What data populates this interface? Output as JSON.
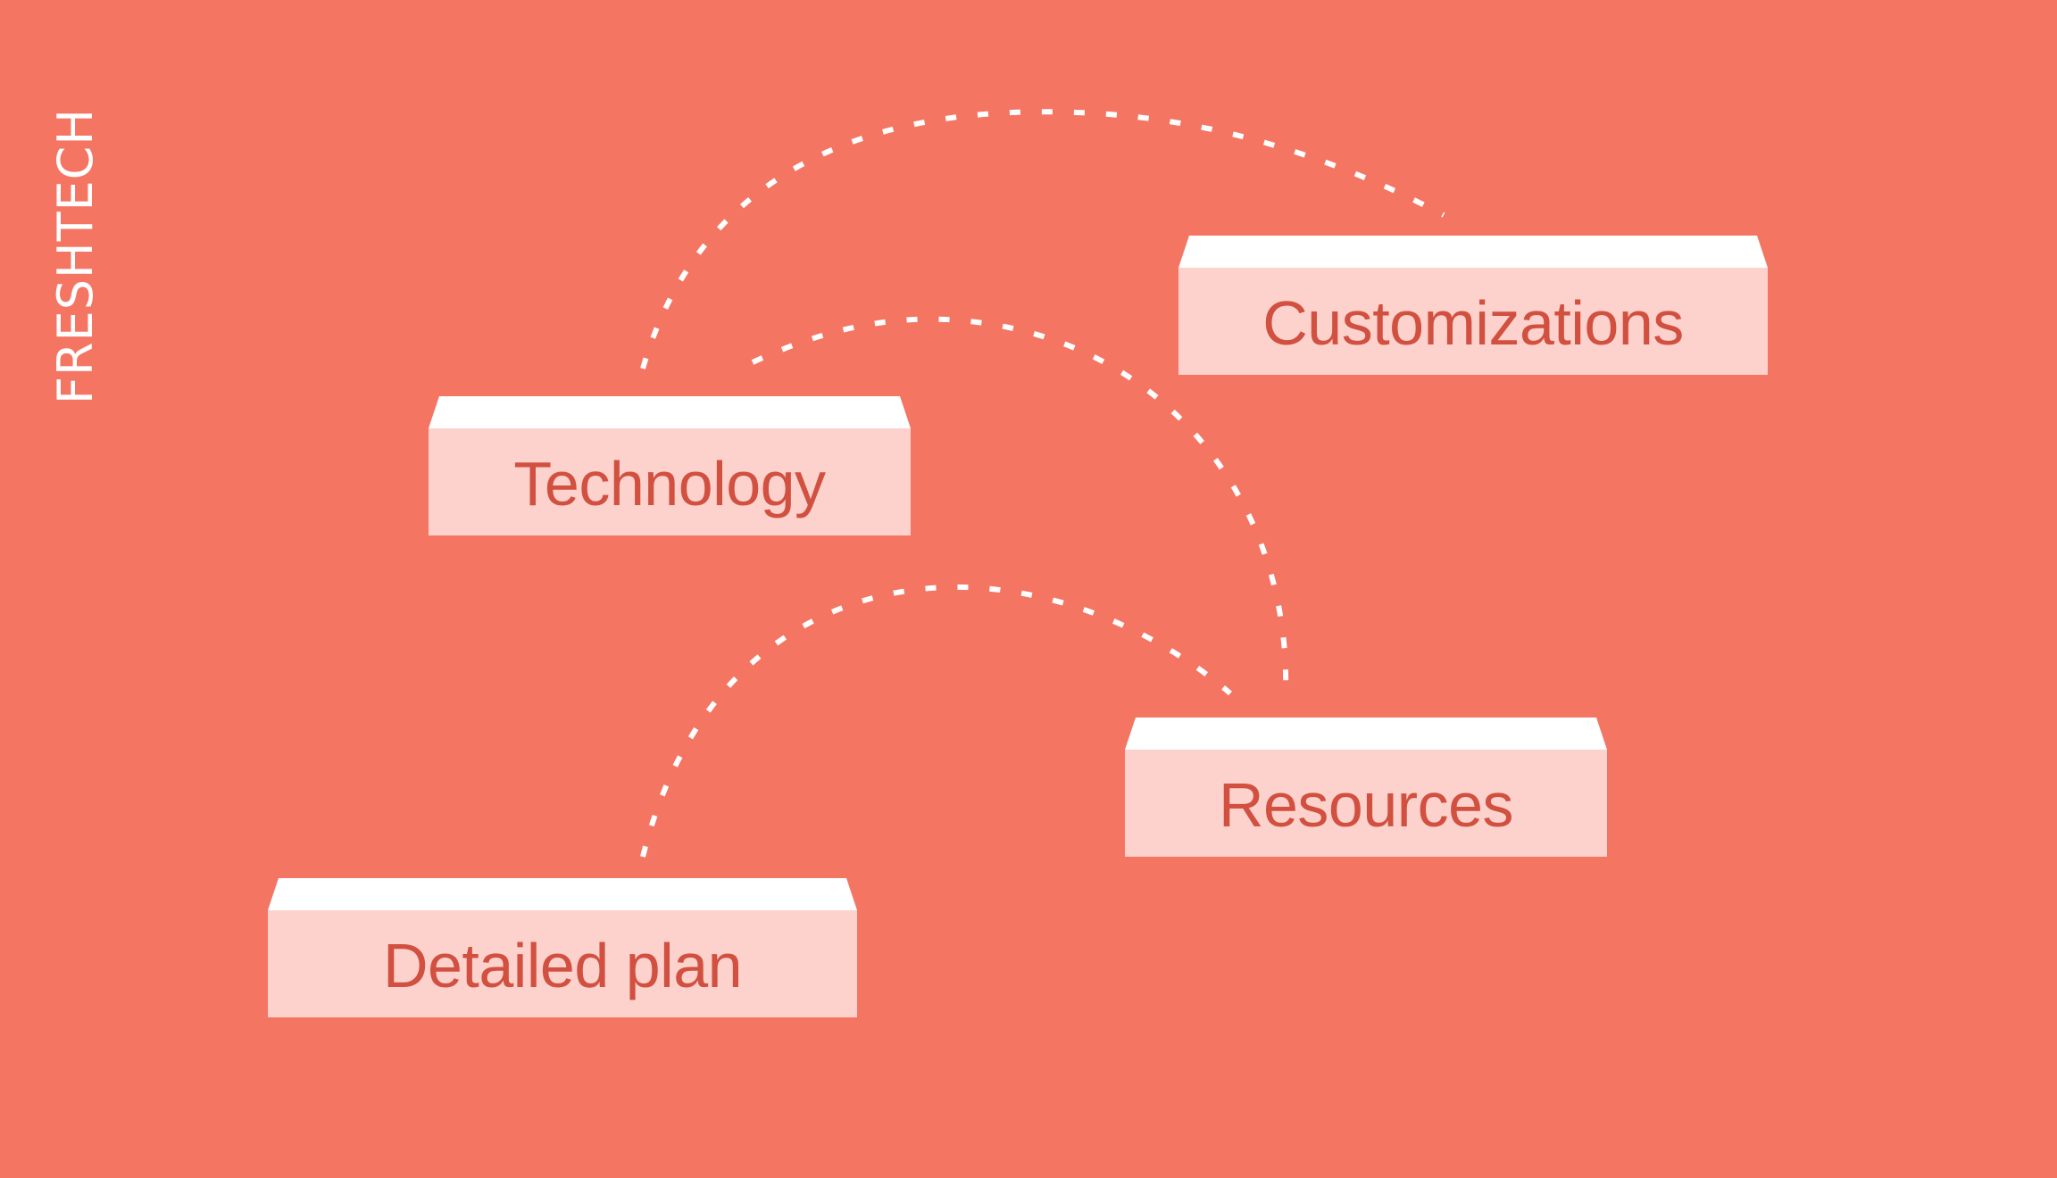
{
  "brand": {
    "name": "FRESHTECH"
  },
  "colors": {
    "background": "#F57563",
    "box_fill": "#FDD2CD",
    "box_top": "#FFFFFF",
    "label": "#D15040",
    "connector": "#FFFFFF"
  },
  "nodes": [
    {
      "id": "technology",
      "label": "Technology"
    },
    {
      "id": "customizations",
      "label": "Customizations"
    },
    {
      "id": "resources",
      "label": "Resources"
    },
    {
      "id": "detailed-plan",
      "label": "Detailed plan"
    }
  ],
  "connectors": [
    {
      "from": "Technology",
      "to": "Customizations",
      "style": "dotted"
    },
    {
      "from": "Technology",
      "to": "Resources",
      "style": "dotted"
    },
    {
      "from": "Detailed plan",
      "to": "Resources",
      "style": "dotted"
    }
  ]
}
